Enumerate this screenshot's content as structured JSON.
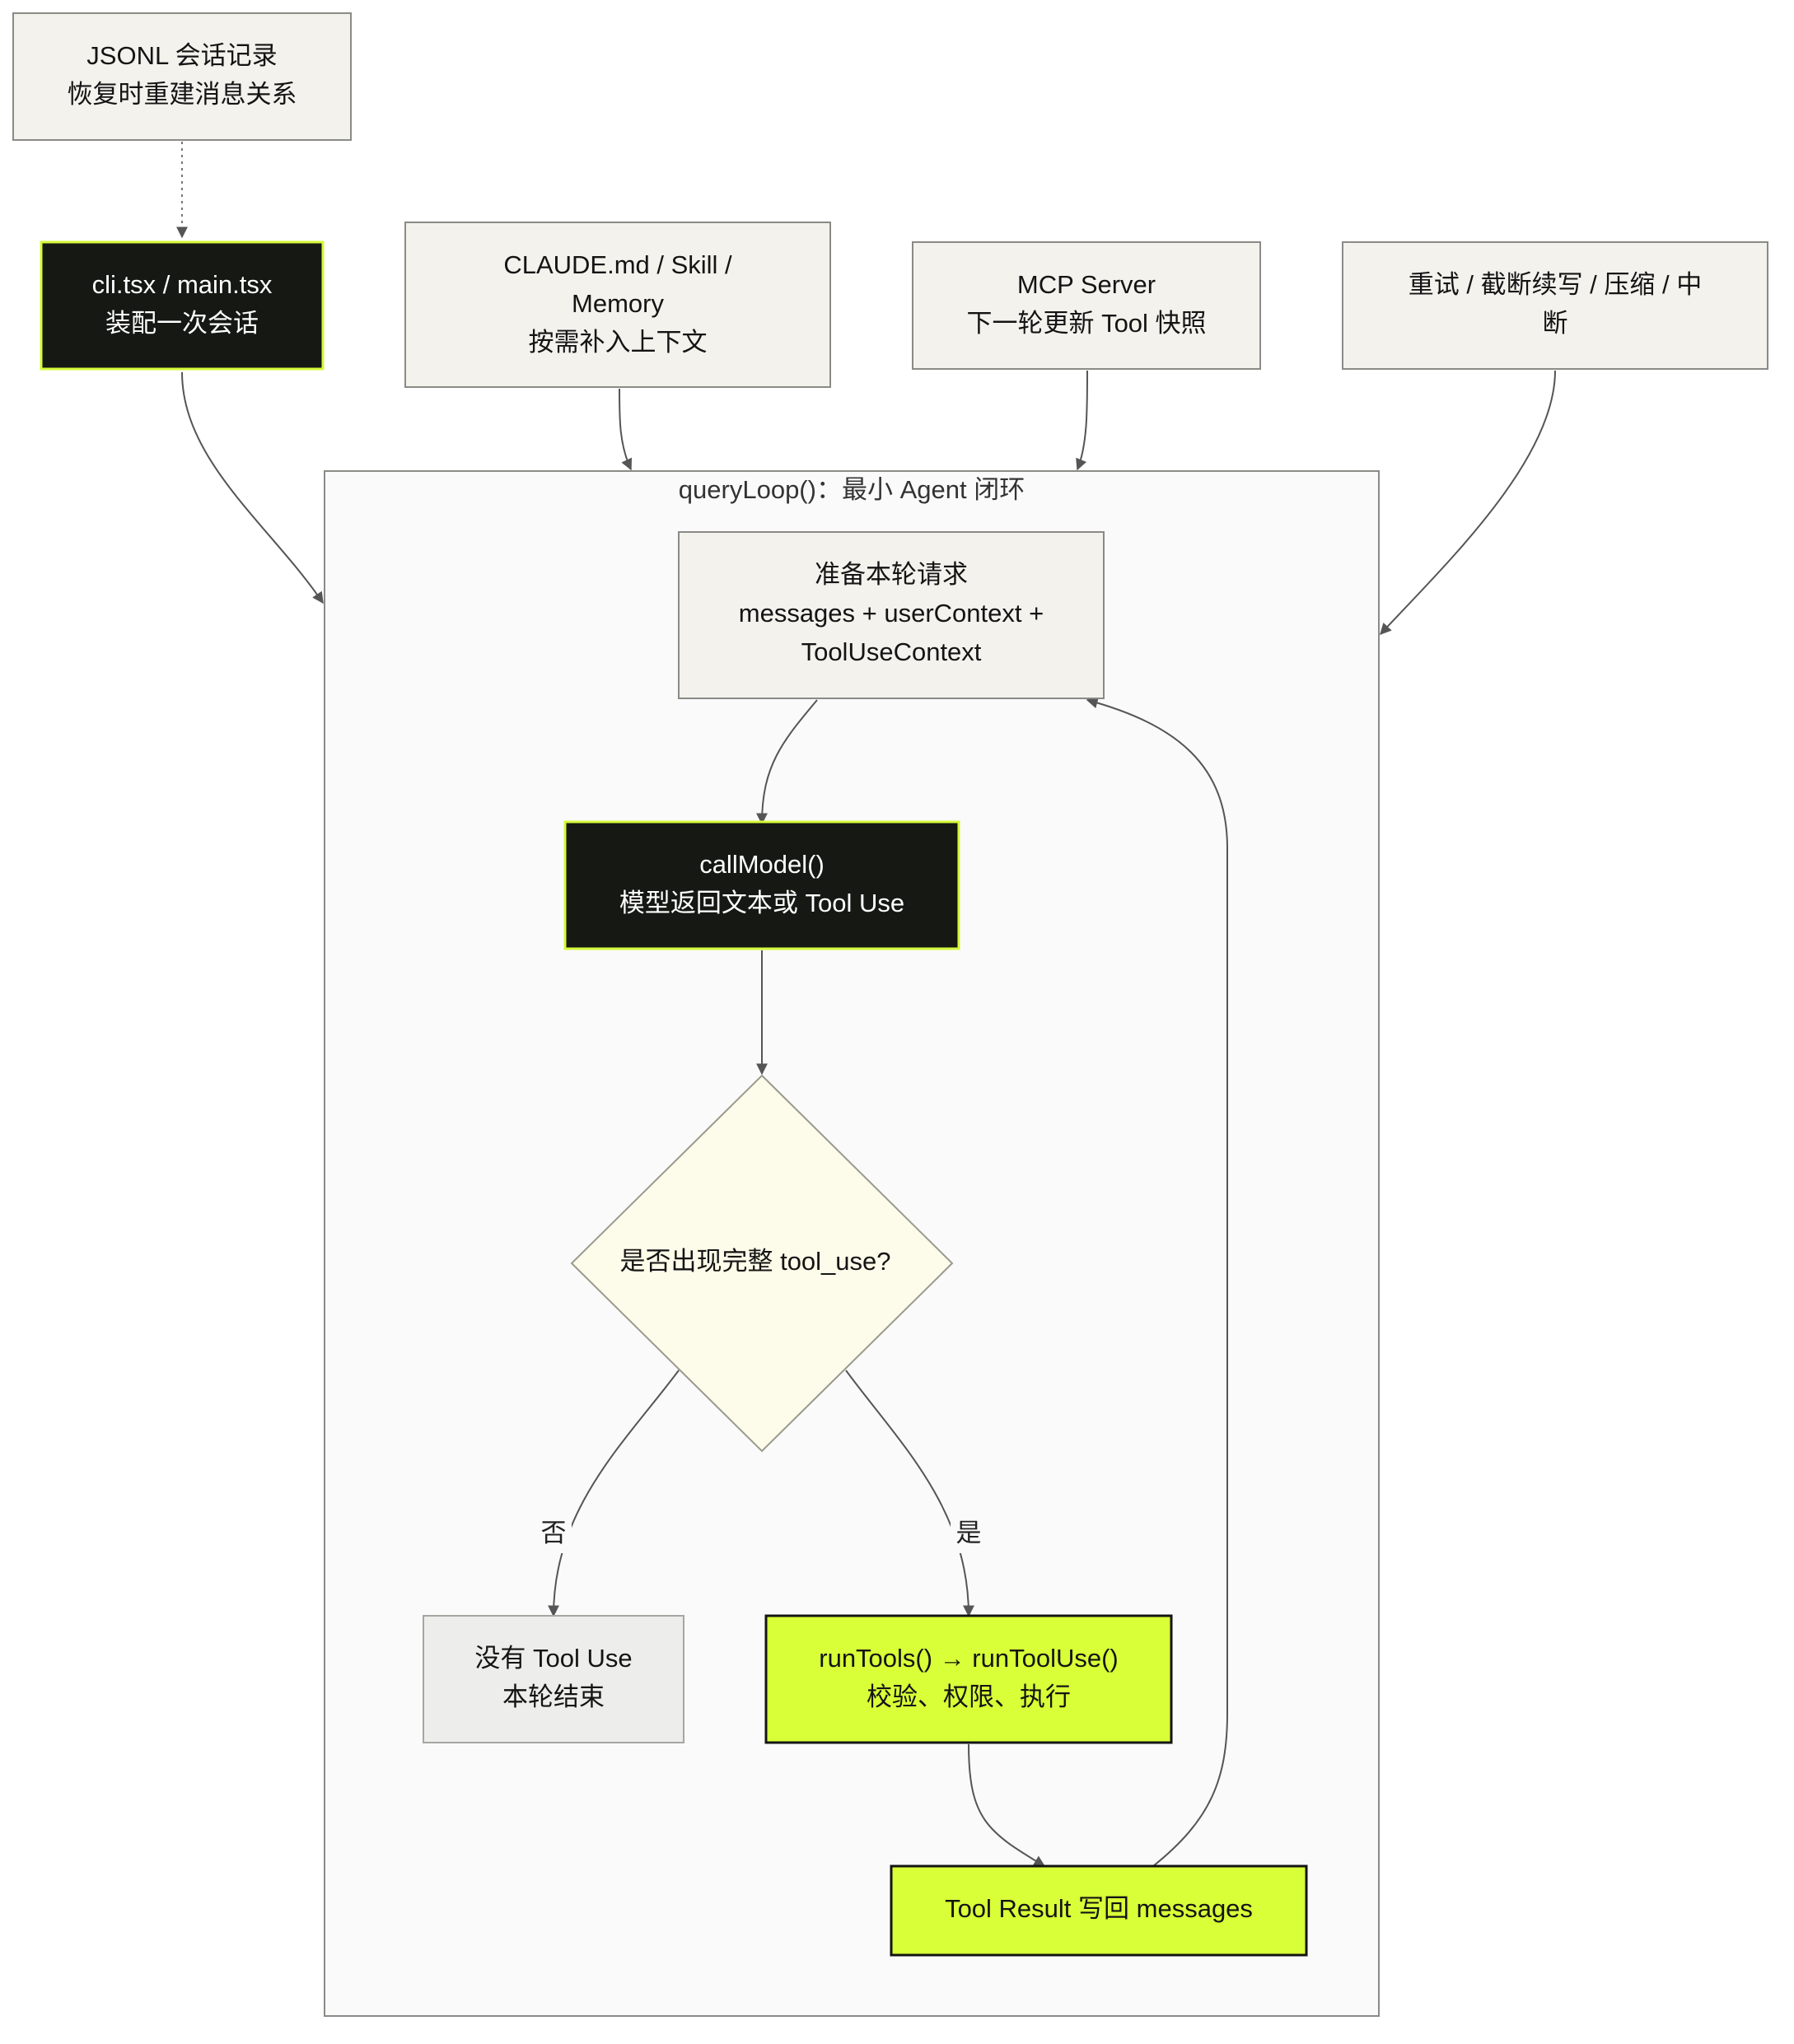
{
  "colors": {
    "neutral_fill": "#f3f2ed",
    "neutral_stroke": "#8a8a86",
    "dark_fill": "#161814",
    "dark_stroke": "#d4fa38",
    "lime_fill": "#d8ff38",
    "lime_stroke": "#141414",
    "decision_fill": "#fdfbe9",
    "muted_fill": "#ededeb",
    "cluster_fill": "#fafafa",
    "edge": "#555555"
  },
  "cluster": {
    "title": "queryLoop()：最小 Agent 闭环"
  },
  "nodes": {
    "jsonl": {
      "lines": [
        "JSONL 会话记录",
        "恢复时重建消息关系"
      ]
    },
    "cli": {
      "lines": [
        "cli.tsx / main.tsx",
        "装配一次会话"
      ]
    },
    "claude_md": {
      "lines": [
        "CLAUDE.md / Skill /",
        "Memory",
        "按需补入上下文"
      ]
    },
    "mcp": {
      "lines": [
        "MCP Server",
        "下一轮更新 Tool 快照"
      ]
    },
    "retry": {
      "lines": [
        "重试 / 截断续写 / 压缩 / 中",
        "断"
      ]
    },
    "prepare": {
      "lines": [
        "准备本轮请求",
        "messages + userContext +",
        "ToolUseContext"
      ]
    },
    "call_model": {
      "lines": [
        "callModel()",
        "模型返回文本或 Tool Use"
      ]
    },
    "decision": {
      "lines": [
        "是否出现完整 tool_use?"
      ]
    },
    "no_tool": {
      "lines": [
        "没有 Tool Use",
        "本轮结束"
      ]
    },
    "run_tools": {
      "lines": [
        "runTools() → runToolUse()",
        "校验、权限、执行"
      ]
    },
    "tool_result": {
      "lines": [
        "Tool Result 写回 messages"
      ]
    }
  },
  "edge_labels": {
    "no": "否",
    "yes": "是"
  }
}
